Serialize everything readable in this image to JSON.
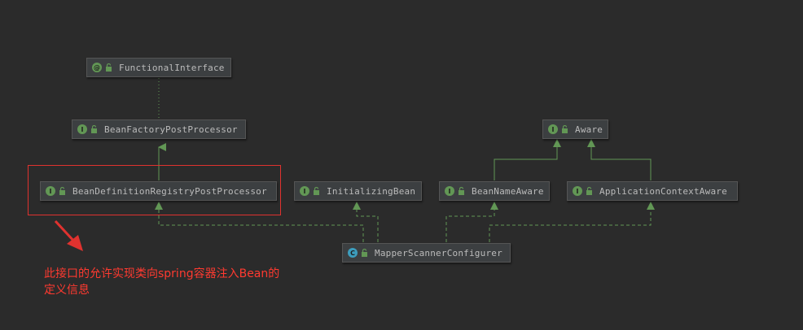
{
  "nodes": {
    "functional_interface": {
      "label": "FunctionalInterface",
      "kind": "annotation",
      "kind_glyph": "@"
    },
    "bean_factory_post_processor": {
      "label": "BeanFactoryPostProcessor",
      "kind": "interface",
      "kind_glyph": "I"
    },
    "bean_definition_registry_post_processor": {
      "label": "BeanDefinitionRegistryPostProcessor",
      "kind": "interface",
      "kind_glyph": "I"
    },
    "initializing_bean": {
      "label": "InitializingBean",
      "kind": "interface",
      "kind_glyph": "I"
    },
    "aware": {
      "label": "Aware",
      "kind": "interface",
      "kind_glyph": "I"
    },
    "bean_name_aware": {
      "label": "BeanNameAware",
      "kind": "interface",
      "kind_glyph": "I"
    },
    "application_context_aware": {
      "label": "ApplicationContextAware",
      "kind": "interface",
      "kind_glyph": "I"
    },
    "mapper_scanner_configurer": {
      "label": "MapperScannerConfigurer",
      "kind": "class",
      "kind_glyph": "C"
    }
  },
  "annotation": {
    "line1": "此接口的允许实现类向spring容器注入Bean的",
    "line2": "定义信息"
  },
  "colors": {
    "background": "#2b2b2b",
    "node_fill": "#3c3f41",
    "extends_line": "#629755",
    "implements_line": "#629755",
    "annotation_line": "#629755",
    "highlight": "#e0322f",
    "arrow": "#e0322f"
  }
}
